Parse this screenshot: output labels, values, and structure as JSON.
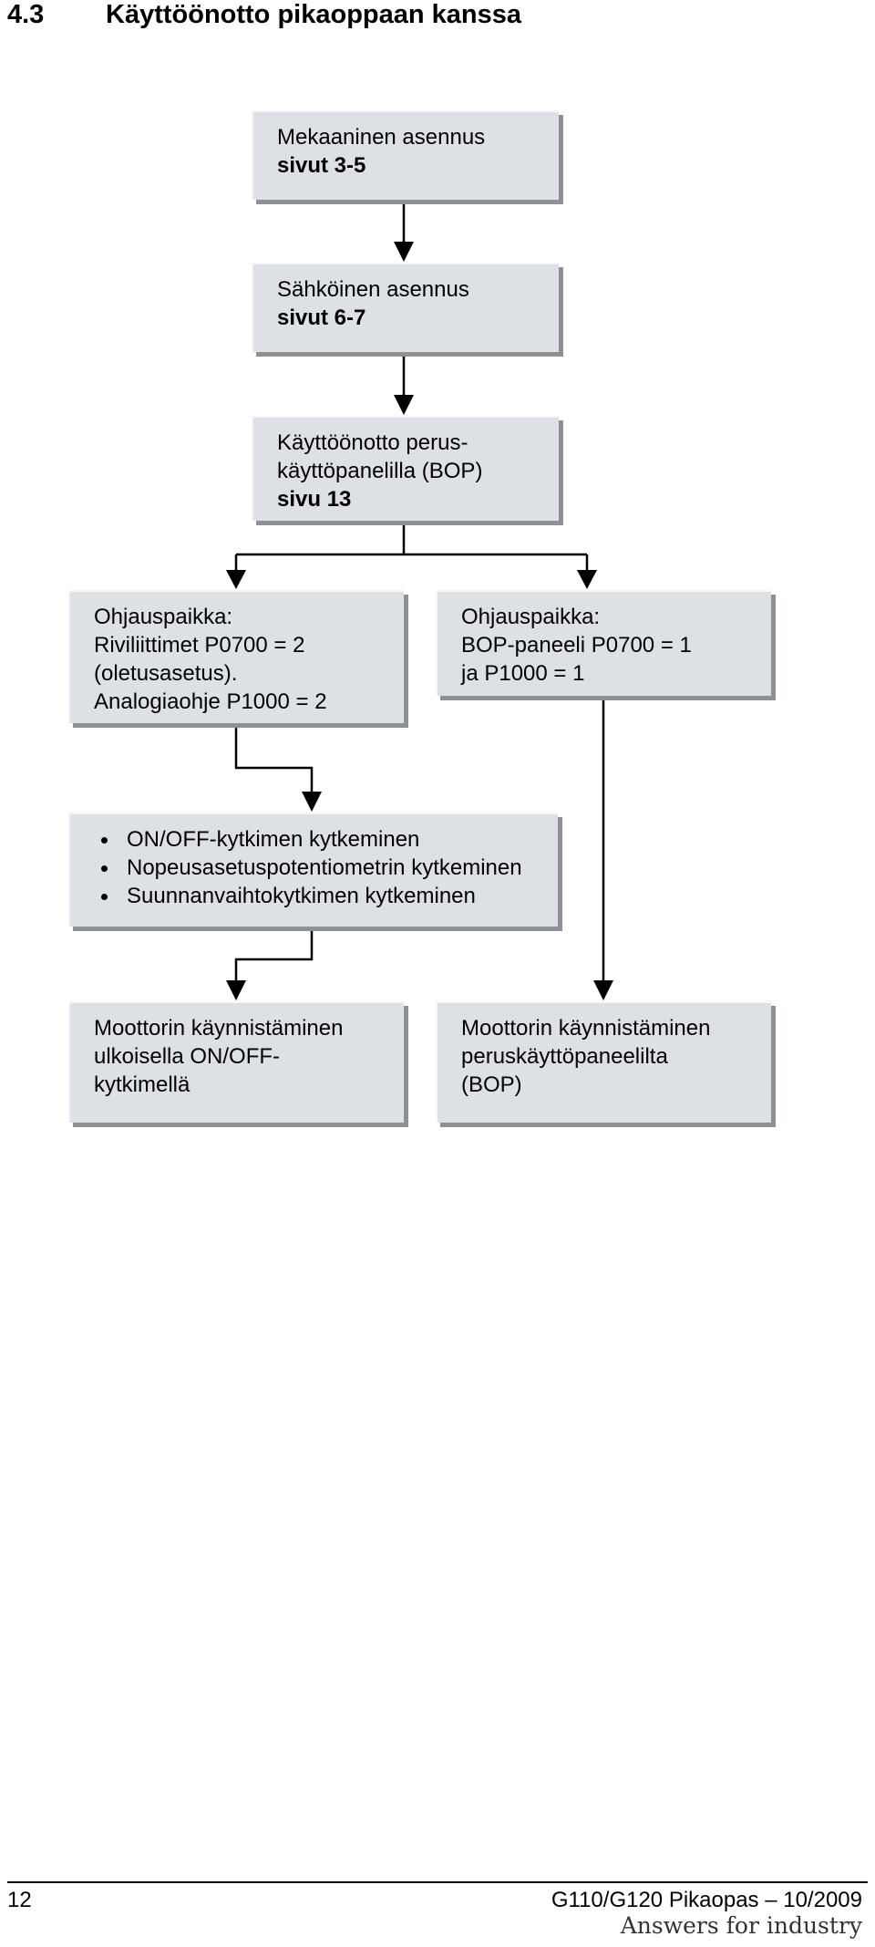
{
  "heading": {
    "number": "4.3",
    "title": "Käyttöönotto pikaoppaan kanssa"
  },
  "flow": {
    "mechanical": {
      "line1": "Mekaaninen asennus",
      "line2": "sivut 3-5"
    },
    "electrical": {
      "line1": "Sähköinen asennus",
      "line2": "sivut 6-7"
    },
    "bop": {
      "line1": "Käyttöönotto perus-",
      "line2": "käyttöpanelilla (BOP)",
      "line3": "sivu 13"
    },
    "terminals": {
      "line1": "Ohjauspaikka:",
      "line2": "Riviliittimet P0700 = 2",
      "line3": "(oletusasetus).",
      "line4": "Analogiaohje P1000 = 2"
    },
    "panel": {
      "line1": "Ohjauspaikka:",
      "line2": "BOP-paneeli P0700 = 1",
      "line3": "ja P1000 = 1"
    },
    "wiring": {
      "items": [
        "ON/OFF-kytkimen kytkeminen",
        "Nopeusasetuspotentiometrin kytkeminen",
        "Suunnanvaihtokytkimen kytkeminen"
      ]
    },
    "start_external": {
      "line1": "Moottorin käynnistäminen",
      "line2": "ulkoisella ON/OFF-",
      "line3": "kytkimellä"
    },
    "start_bop": {
      "line1": "Moottorin käynnistäminen",
      "line2": "peruskäyttöpaneelilta",
      "line3": "(BOP)"
    }
  },
  "footer": {
    "page_number": "12",
    "doc_ref": "G110/G120 Pikaopas – 10/2009",
    "slogan": "Answers for industry"
  },
  "colors": {
    "box_fill": "#dde1e5",
    "box_shadow": "#8d9196",
    "line": "#000000"
  }
}
